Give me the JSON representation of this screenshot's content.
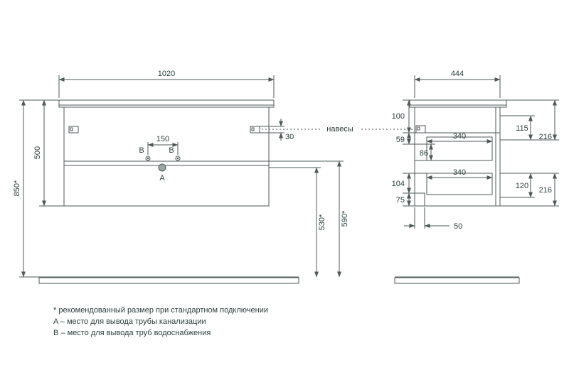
{
  "front_view": {
    "width": "1020",
    "height": "500",
    "mount_height": "850*",
    "bracket_height": "30",
    "hangers_label": "навесы",
    "outlet_spacing": "150",
    "label_b_left": "B",
    "label_b_right": "B",
    "label_a": "A",
    "drain_height": "530*",
    "supply_height": "590*"
  },
  "side_view": {
    "depth": "444",
    "dim_100": "100",
    "dim_59": "59",
    "dim_86": "86",
    "drawer_depth_top": "340",
    "drawer_depth_bottom": "340",
    "dim_115": "115",
    "dim_216_top": "216",
    "dim_120": "120",
    "dim_216_bottom": "216",
    "dim_104": "104",
    "dim_75": "75",
    "dim_50": "50"
  },
  "notes": {
    "note_size": "* рекомендованный размер при стандартном подключении",
    "note_a": "A – место для вывода трубы канализации",
    "note_b": "B – место для вывода труб водоснабжения"
  },
  "colors": {
    "line": "#4d5a58",
    "text": "#2a3f3c"
  }
}
